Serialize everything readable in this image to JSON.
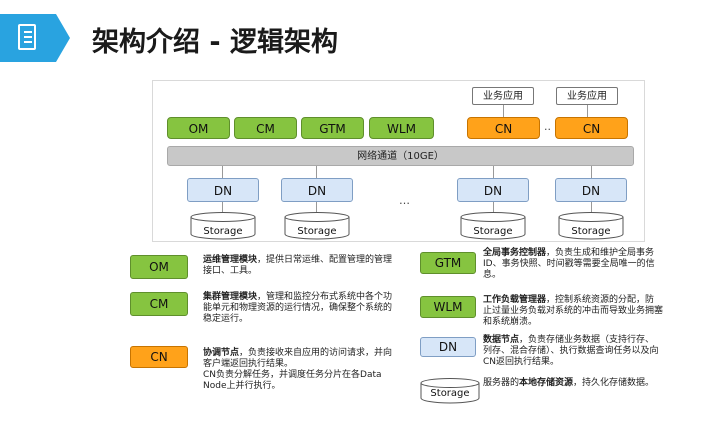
{
  "header": {
    "title": "架构介绍 - 逻辑架构"
  },
  "diagram": {
    "mgmt_nodes": [
      "OM",
      "CM",
      "GTM",
      "WLM"
    ],
    "cn_nodes": [
      "CN",
      "CN"
    ],
    "apps": [
      "业务应用",
      "业务应用"
    ],
    "cn_gap": "..",
    "bus": "网络通道（10GE）",
    "dn_nodes": [
      "DN",
      "DN",
      "DN",
      "DN"
    ],
    "dn_gap": "…",
    "storage": [
      "Storage",
      "Storage",
      "Storage",
      "Storage"
    ]
  },
  "legend": {
    "om": {
      "box": "OM",
      "title": "运维管理模块",
      "desc": "，提供日常运维、配置管理的管理接口、工具。"
    },
    "cm": {
      "box": "CM",
      "title": "集群管理模块",
      "desc": "，管理和监控分布式系统中各个功能单元和物理资源的运行情况，确保整个系统的稳定运行。"
    },
    "cn": {
      "box": "CN",
      "title": "协调节点",
      "desc": "，负责接收来自应用的访问请求，并向客户端返回执行结果。",
      "desc2": "CN负责分解任务，并调度任务分片在各Data Node上并行执行。"
    },
    "gtm": {
      "box": "GTM",
      "title": "全局事务控制器",
      "desc": "，负责生成和维护全局事务ID、事务快照、时间戳等需要全局唯一的信息。"
    },
    "wlm": {
      "box": "WLM",
      "title": "工作负载管理器",
      "desc": "，控制系统资源的分配，防止过量业务负载对系统的冲击而导致业务拥塞和系统崩溃。"
    },
    "dn": {
      "box": "DN",
      "title": "数据节点",
      "desc": "，负责存储业务数据（支持行存、列存、混合存储）、执行数据查询任务以及向CN返回执行结果。"
    },
    "storage": {
      "box": "Storage",
      "pre": "服务器的",
      "title": "本地存储资源",
      "desc": "，持久化存储数据。"
    }
  },
  "colors": {
    "header": "#29a3e0",
    "mgmt": "#86c440",
    "cn": "#ffa21a",
    "dn": "#d7e6f8",
    "bus": "#c8c8c8"
  }
}
